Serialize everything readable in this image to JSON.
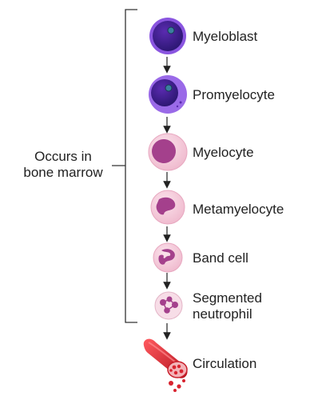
{
  "bracket": {
    "line1": "Occurs in",
    "line2": "bone marrow"
  },
  "stages": [
    {
      "label": "Myeloblast"
    },
    {
      "label": "Promyelocyte"
    },
    {
      "label": "Myelocyte"
    },
    {
      "label": "Metamyelocyte"
    },
    {
      "label": "Band cell"
    },
    {
      "label_line1": "Segmented",
      "label_line2": "neutrophil"
    },
    {
      "label": "Circulation"
    }
  ],
  "colors": {
    "blast_purple": "#7a3fd1",
    "blast_nucleus": "#2e1a66",
    "myelocyte_pink": "#f2c4d6",
    "nucleus_magenta": "#a4408c",
    "vessel_red": "#d8232f"
  }
}
